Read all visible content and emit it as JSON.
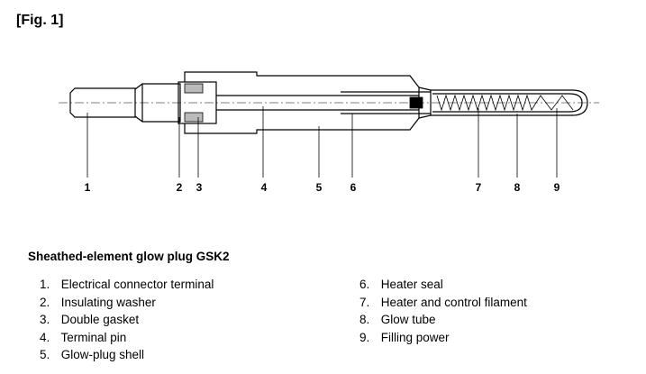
{
  "figure_label": "[Fig. 1]",
  "caption": "Sheathed-element glow plug GSK2",
  "callouts": [
    "1",
    "2",
    "3",
    "4",
    "5",
    "6",
    "7",
    "8",
    "9"
  ],
  "legend": [
    {
      "num": "1.",
      "text": "Electrical connector terminal"
    },
    {
      "num": "2.",
      "text": "Insulating washer"
    },
    {
      "num": "3.",
      "text": "Double gasket"
    },
    {
      "num": "4.",
      "text": "Terminal pin"
    },
    {
      "num": "5.",
      "text": "Glow-plug shell"
    },
    {
      "num": "6.",
      "text": "Heater seal"
    },
    {
      "num": "7.",
      "text": "Heater and control filament"
    },
    {
      "num": "8.",
      "text": "Glow tube"
    },
    {
      "num": "9.",
      "text": "Filling power"
    }
  ]
}
